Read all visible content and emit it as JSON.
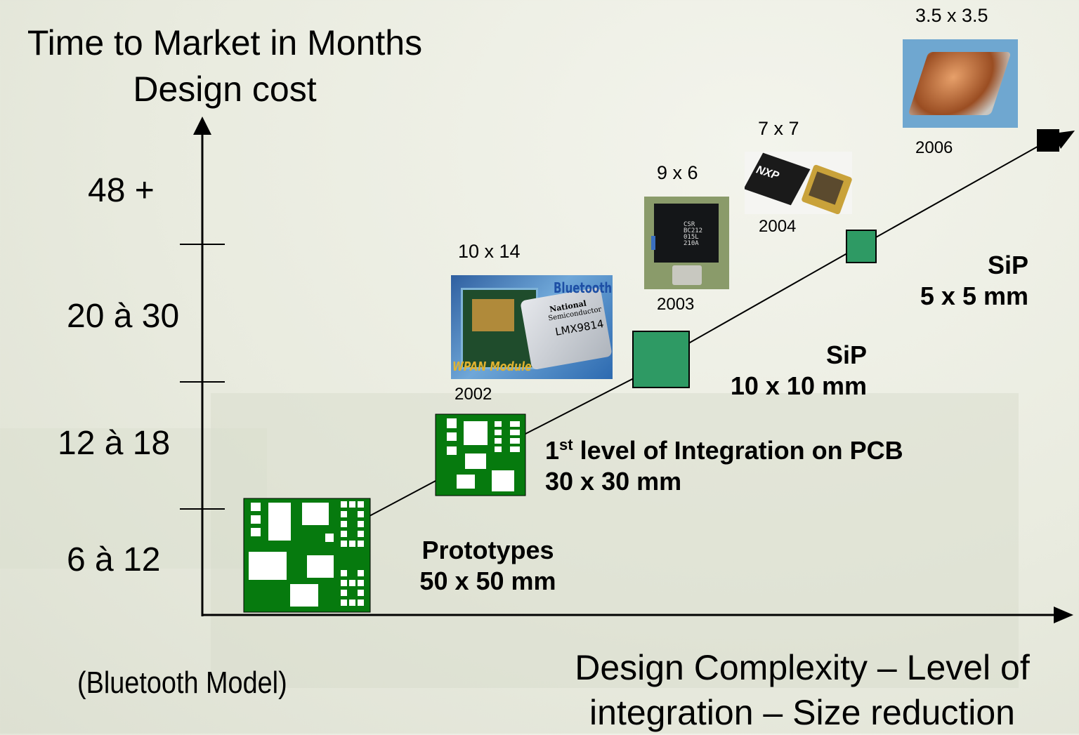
{
  "y_axis": {
    "title_line1": "Time to Market in Months",
    "title_line2": "Design cost",
    "labels": [
      "48 +",
      "20 à 30",
      "12 à 18",
      "6 à 12"
    ]
  },
  "x_axis": {
    "title_line1": "Design Complexity – Level of",
    "title_line2": "integration – Size reduction"
  },
  "footnote": "(Bluetooth Model)",
  "stages": [
    {
      "line1": "Prototypes",
      "line2": "50 x 50 mm"
    },
    {
      "line1_sup": "st",
      "line1_pre": "1",
      "line1_rest": " level of Integration on PCB",
      "line2": "30 x 30 mm"
    },
    {
      "line1": "SiP",
      "line2": "10 x 10 mm"
    },
    {
      "line1": "SiP",
      "line2": "5 x 5 mm"
    }
  ],
  "products": [
    {
      "size": "10 x 14",
      "year": "2002",
      "marks": [
        "Bluetooth",
        "National",
        "Semiconductor",
        "LMX9814",
        "WPAN Module"
      ]
    },
    {
      "size": "9 x 6",
      "year": "2003",
      "marks": [
        "CSR",
        "BC212",
        "015L",
        "210A"
      ]
    },
    {
      "size": "7 x 7",
      "year": "2004",
      "marks": [
        "NXP"
      ]
    },
    {
      "size": "3.5 x 3.5",
      "year": "2006",
      "marks": []
    }
  ],
  "colors": {
    "pcb_green": "#067a0e",
    "sip_green": "#2e9a64",
    "axis": "#000000"
  }
}
